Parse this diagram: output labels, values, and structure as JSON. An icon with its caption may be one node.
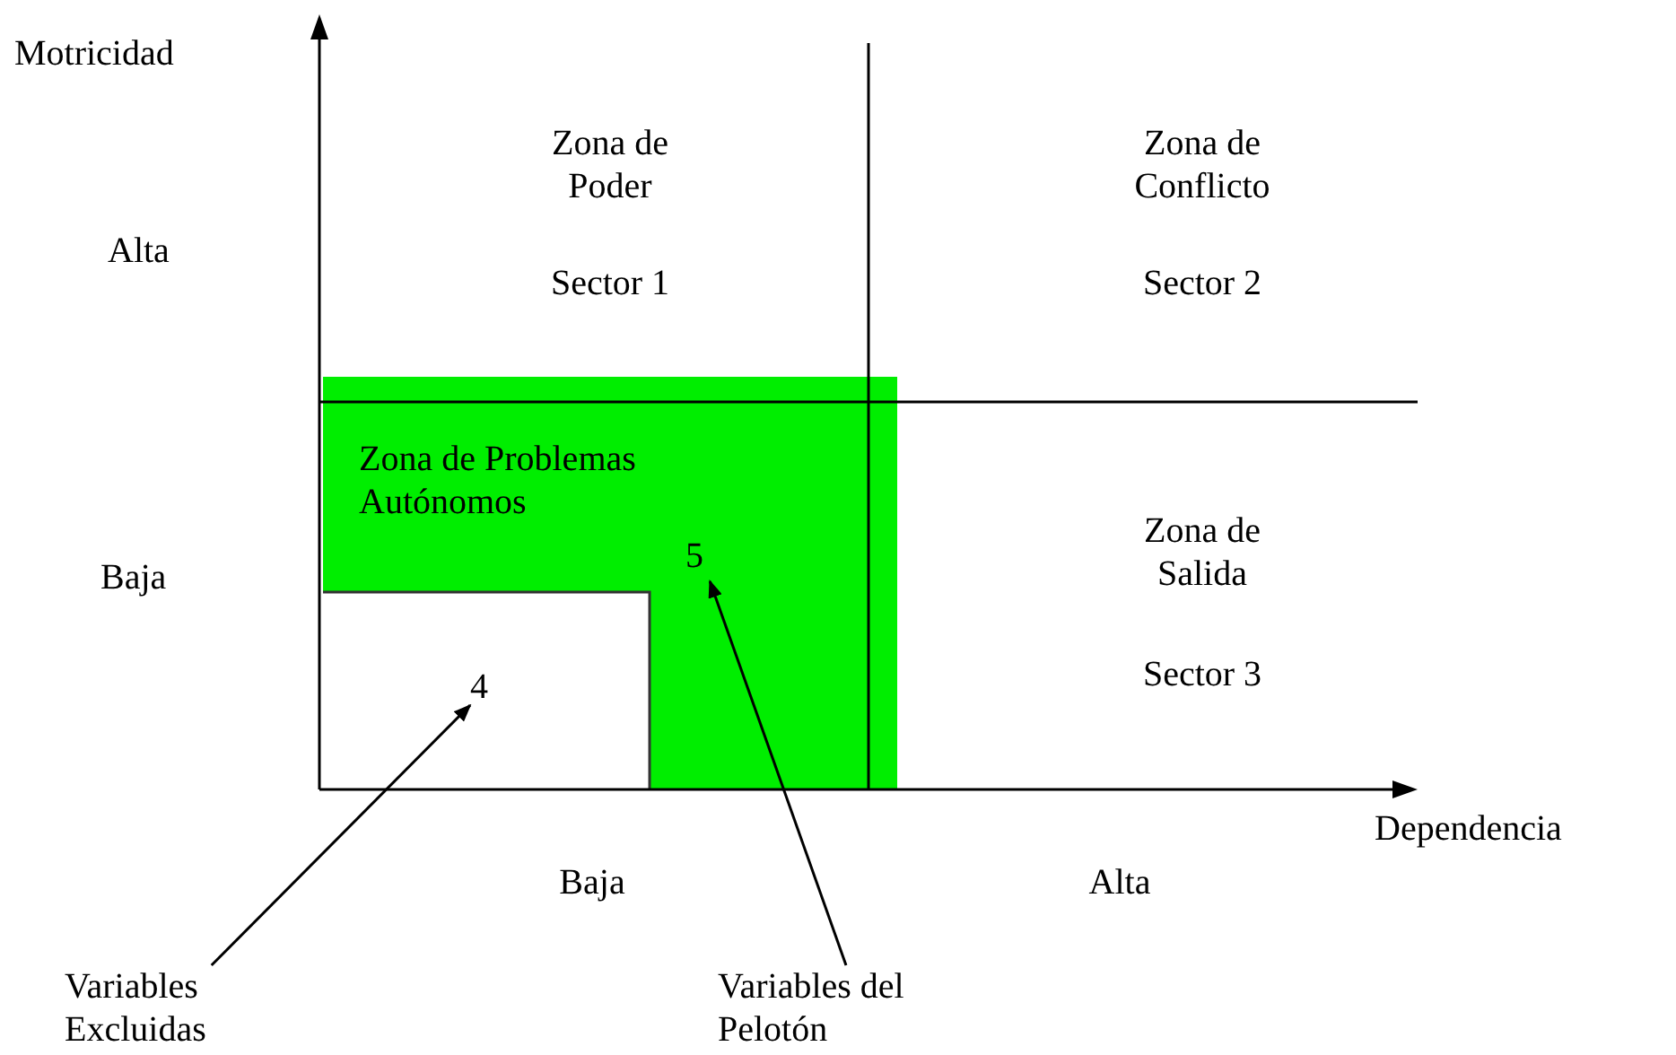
{
  "diagram": {
    "nodes": [
      {
        "text": [
          "Zona de Problemas Autónomos"
        ]
      },
      {
        "text": [
          "5"
        ],
        "in": 0
      },
      {
        "text": [
          "4"
        ]
      },
      {
        "text": [
          "Variables Excluidas"
        ]
      },
      {
        "text": [
          "Variables del Pelotón"
        ]
      }
    ],
    "edges": [
      {
        "from": 3,
        "to": 2,
        "arrow": "to"
      },
      {
        "from": 4,
        "to": 1,
        "arrow": "to"
      }
    ],
    "labels": [
      "Motricidad",
      "Zona de Poder",
      "Zona de Conflicto",
      "Alta",
      "Sector 1",
      "Sector 2",
      "Baja",
      "Zona de Salida",
      "Sector 3",
      "Dependencia",
      "Baja",
      "Alta"
    ]
  }
}
